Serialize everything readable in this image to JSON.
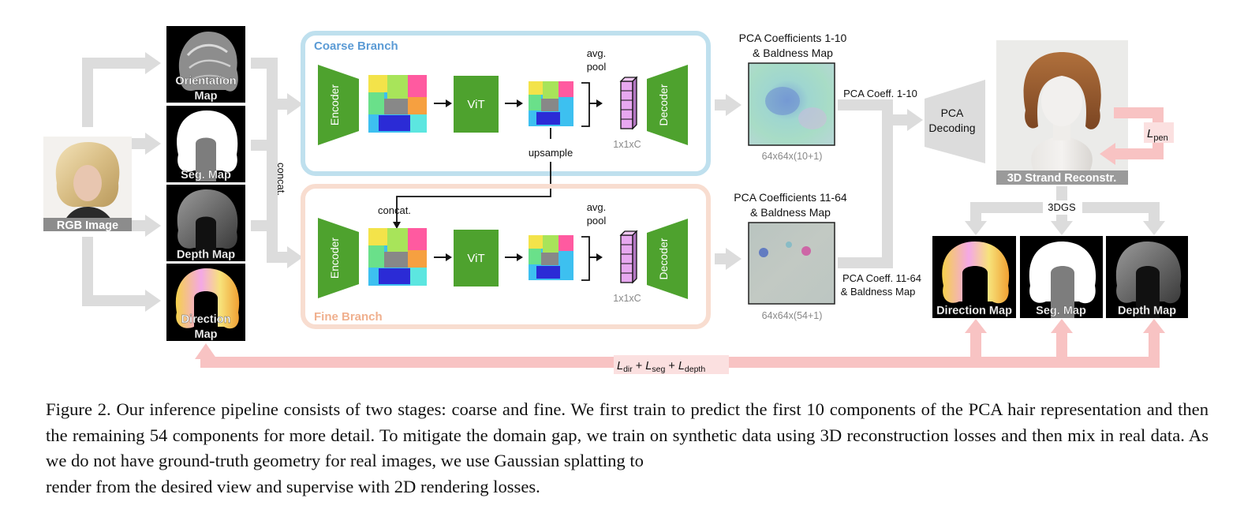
{
  "inputs": {
    "rgb_label": "RGB Image",
    "orientation_label": "Orientation Map",
    "seg_label": "Seg. Map",
    "depth_label": "Depth Map",
    "direction_label": "Direction Map",
    "concat_label": "concat."
  },
  "coarse": {
    "title": "Coarse Branch",
    "encoder": "Encoder",
    "vit": "ViT",
    "avg_pool": "avg.\npool",
    "decoder": "Decoder",
    "feat_dim": "1x1xC",
    "upsample": "upsample",
    "title_color": "#5b9bd5",
    "border_color": "#bfe0ee"
  },
  "fine": {
    "title": "Fine Branch",
    "concat": "concat.",
    "encoder": "Encoder",
    "vit": "ViT",
    "avg_pool": "avg.\npool",
    "decoder": "Decoder",
    "feat_dim": "1x1xC",
    "title_color": "#f0b08e",
    "border_color": "#f8ddd0"
  },
  "pca": {
    "coarse_title": "PCA Coefficients 1-10\n& Baldness Map",
    "coarse_dims": "64x64x(10+1)",
    "fine_title": "PCA Coefficients 11-64\n& Baldness Map",
    "fine_dims": "64x64x(54+1)",
    "coarse_arrow_label": "PCA Coeff. 1-10",
    "fine_arrow_label": "PCA Coeff. 11-64\n& Baldness Map",
    "decoding_label": "PCA\nDecoding"
  },
  "reconstruction": {
    "label": "3D Strand Reconstr.",
    "loss_pen": "L_pen",
    "render_label": "3DGS",
    "out_direction": "Direction Map",
    "out_seg": "Seg. Map",
    "out_depth": "Depth Map"
  },
  "loss_bar": {
    "label": "L_dir + L_seg + L_depth"
  },
  "colors": {
    "green": "#4ea22e",
    "gray_arrow": "#dcdcdc",
    "pink_arrow": "#f8c3c3",
    "feature_purple": "#e7a8f0"
  },
  "caption": {
    "text": "Figure 2. Our inference pipeline consists of two stages: coarse and fine. We first train to predict the first 10 components of the PCA hair representation and then the remaining 54 components for more detail. To mitigate the domain gap, we train on synthetic data using 3D reconstruction losses and then mix in real data. As we do not have ground-truth geometry for real images, we use Gaussian splatting to",
    "last_line": "render from the desired view and supervise with 2D rendering losses."
  }
}
